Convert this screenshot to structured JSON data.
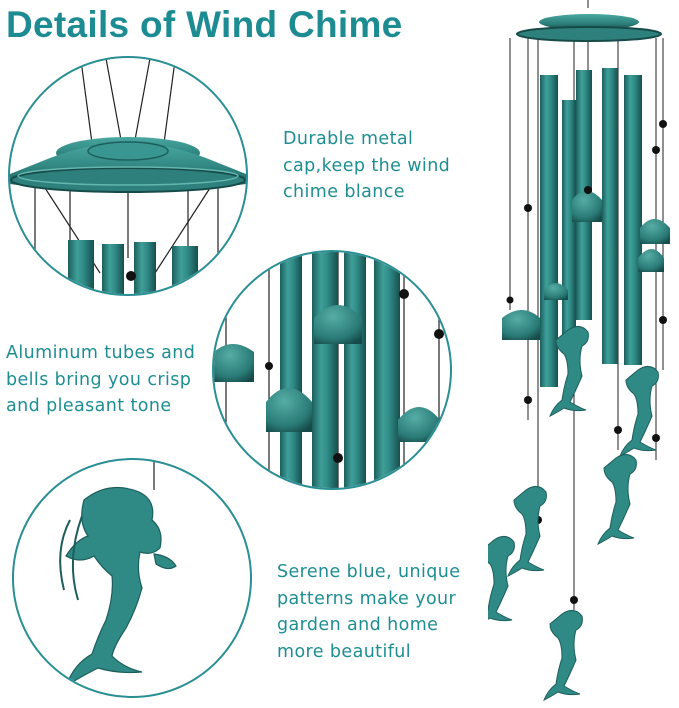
{
  "title": "Details of Wind Chime",
  "colors": {
    "title": "#1d8c92",
    "caption": "#1e8e93",
    "circle_border": "#2a8f94",
    "patina": "#2f8a86",
    "patina_dark": "#1c5e5c",
    "patina_light": "#5fb3ad"
  },
  "features": [
    {
      "caption_lines": [
        "Durable metal",
        "cap,keep the wind",
        "chime blance"
      ],
      "image": "metal-cap-closeup"
    },
    {
      "caption_lines": [
        "Aluminum tubes and",
        "bells bring you crisp",
        "and pleasant tone"
      ],
      "image": "tubes-and-bells-closeup"
    },
    {
      "caption_lines": [
        "Serene blue, unique",
        "patterns make your",
        "garden and home",
        "more beautiful"
      ],
      "image": "mermaid-pendant-closeup"
    }
  ]
}
